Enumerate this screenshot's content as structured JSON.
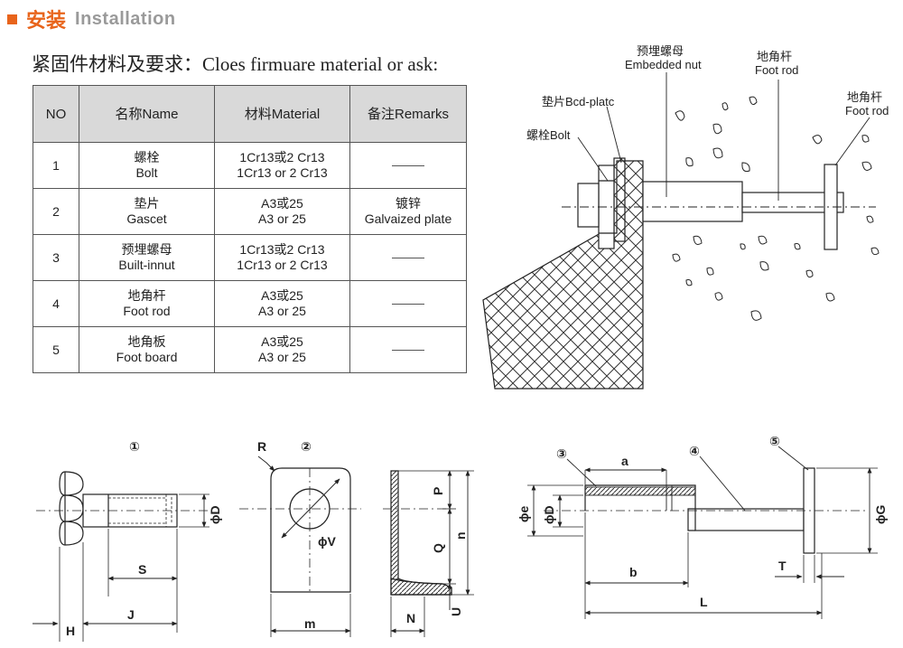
{
  "header": {
    "title_cn": "安装",
    "title_en": "Installation"
  },
  "subtitle": "紧固件材料及要求：Cloes firmuare material or ask:",
  "table": {
    "headers": [
      "NO",
      "名称Name",
      "材料Material",
      "备注Remarks"
    ],
    "rows": [
      {
        "no": "1",
        "name_cn": "螺栓",
        "name_en": "Bolt",
        "mat_1": "1Cr13或2 Cr13",
        "mat_2": "1Cr13 or 2 Cr13",
        "remark_1": "",
        "remark_2": ""
      },
      {
        "no": "2",
        "name_cn": "垫片",
        "name_en": "Gascet",
        "mat_1": "A3或25",
        "mat_2": "A3 or 25",
        "remark_1": "镀锌",
        "remark_2": "Galvaized plate"
      },
      {
        "no": "3",
        "name_cn": "预埋螺母",
        "name_en": "Built-innut",
        "mat_1": "1Cr13或2 Cr13",
        "mat_2": "1Cr13 or 2 Cr13",
        "remark_1": "",
        "remark_2": ""
      },
      {
        "no": "4",
        "name_cn": "地角杆",
        "name_en": "Foot rod",
        "mat_1": "A3或25",
        "mat_2": "A3 or 25",
        "remark_1": "",
        "remark_2": ""
      },
      {
        "no": "5",
        "name_cn": "地角板",
        "name_en": "Foot board",
        "mat_1": "A3或25",
        "mat_2": "A3 or 25",
        "remark_1": "",
        "remark_2": ""
      }
    ]
  },
  "assembly": {
    "embedded_nut_cn": "预埋螺母",
    "embedded_nut_en": "Embedded nut",
    "foot_rod_cn": "地角杆",
    "foot_rod_en": "Foot rod",
    "foot_rod2_cn": "地角杆",
    "foot_rod2_en": "Foot rod",
    "washer": "垫片Bcd-platc",
    "bolt": "螺栓Bolt"
  },
  "parts": {
    "p1": {
      "num": "①",
      "s": "S",
      "j": "J",
      "h": "H",
      "d": "ϕD"
    },
    "p2": {
      "num": "②",
      "r": "R",
      "v": "ϕV",
      "m": "m",
      "p": "P",
      "q": "Q",
      "n": "n",
      "u": "U",
      "nn": "N"
    },
    "p345": {
      "n3": "③",
      "n4": "④",
      "n5": "⑤",
      "a": "a",
      "b": "b",
      "l": "L",
      "t": "T",
      "e": "ϕe",
      "d": "ϕD",
      "g": "ϕG"
    }
  }
}
